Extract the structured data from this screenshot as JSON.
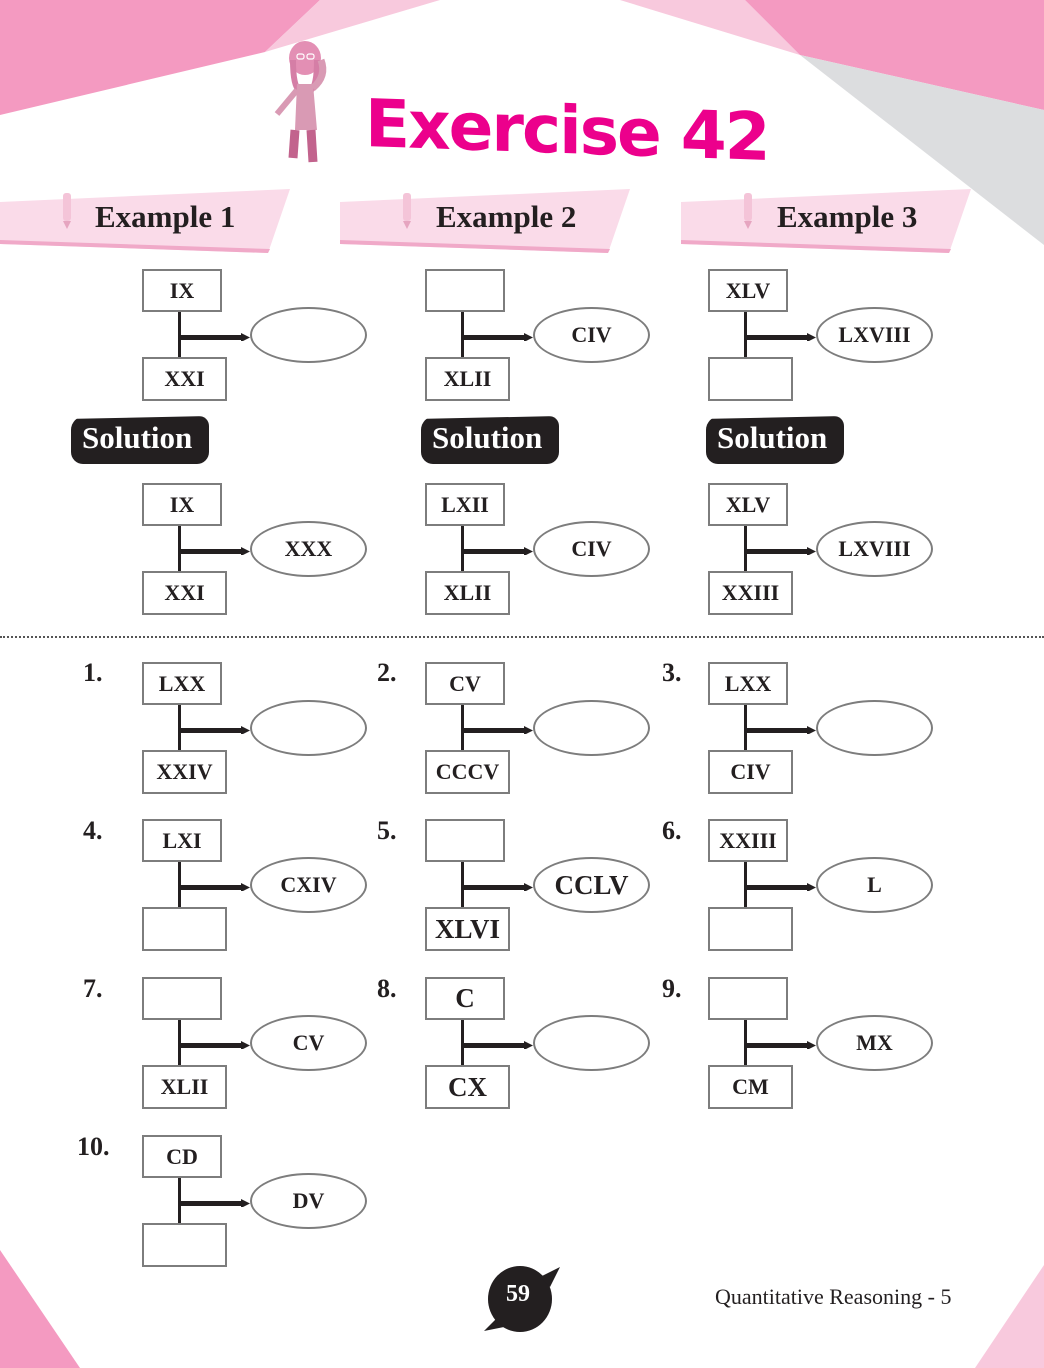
{
  "page": {
    "title": "Exercise 42",
    "page_number": "59",
    "footer_text": "Quantitative Reasoning - 5",
    "colors": {
      "title_pink": "#ec008c",
      "banner_pink": "#fadbe9",
      "corner_pink": "#f49ac1",
      "light_pink": "#f8c9dd",
      "grey": "#dcdddf",
      "dark": "#231f20"
    }
  },
  "examples": [
    {
      "label": "Example 1",
      "solution_label": "Solution",
      "question": {
        "top": "IX",
        "bottom": "XXI",
        "result": ""
      },
      "solution": {
        "top": "IX",
        "bottom": "XXI",
        "result": "XXX"
      }
    },
    {
      "label": "Example 2",
      "solution_label": "Solution",
      "question": {
        "top": "",
        "bottom": "XLII",
        "result": "CIV"
      },
      "solution": {
        "top": "LXII",
        "bottom": "XLII",
        "result": "CIV"
      }
    },
    {
      "label": "Example 3",
      "solution_label": "Solution",
      "question": {
        "top": "XLV",
        "bottom": "",
        "result": "LXVIII"
      },
      "solution": {
        "top": "XLV",
        "bottom": "XXIII",
        "result": "LXVIII"
      }
    }
  ],
  "questions": [
    {
      "number": "1.",
      "top": "LXX",
      "bottom": "XXIV",
      "result": ""
    },
    {
      "number": "2.",
      "top": "CV",
      "bottom": "CCCV",
      "result": ""
    },
    {
      "number": "3.",
      "top": "LXX",
      "bottom": "CIV",
      "result": ""
    },
    {
      "number": "4.",
      "top": "LXI",
      "bottom": "",
      "result": "CXIV"
    },
    {
      "number": "5.",
      "top": "",
      "bottom": "XLVI",
      "result": "CCLV"
    },
    {
      "number": "6.",
      "top": "XXIII",
      "bottom": "",
      "result": "L"
    },
    {
      "number": "7.",
      "top": "",
      "bottom": "XLII",
      "result": "CV"
    },
    {
      "number": "8.",
      "top": "C",
      "bottom": "CX",
      "result": ""
    },
    {
      "number": "9.",
      "top": "",
      "bottom": "CM",
      "result": "MX"
    },
    {
      "number": "10.",
      "top": "CD",
      "bottom": "",
      "result": "DV"
    }
  ]
}
